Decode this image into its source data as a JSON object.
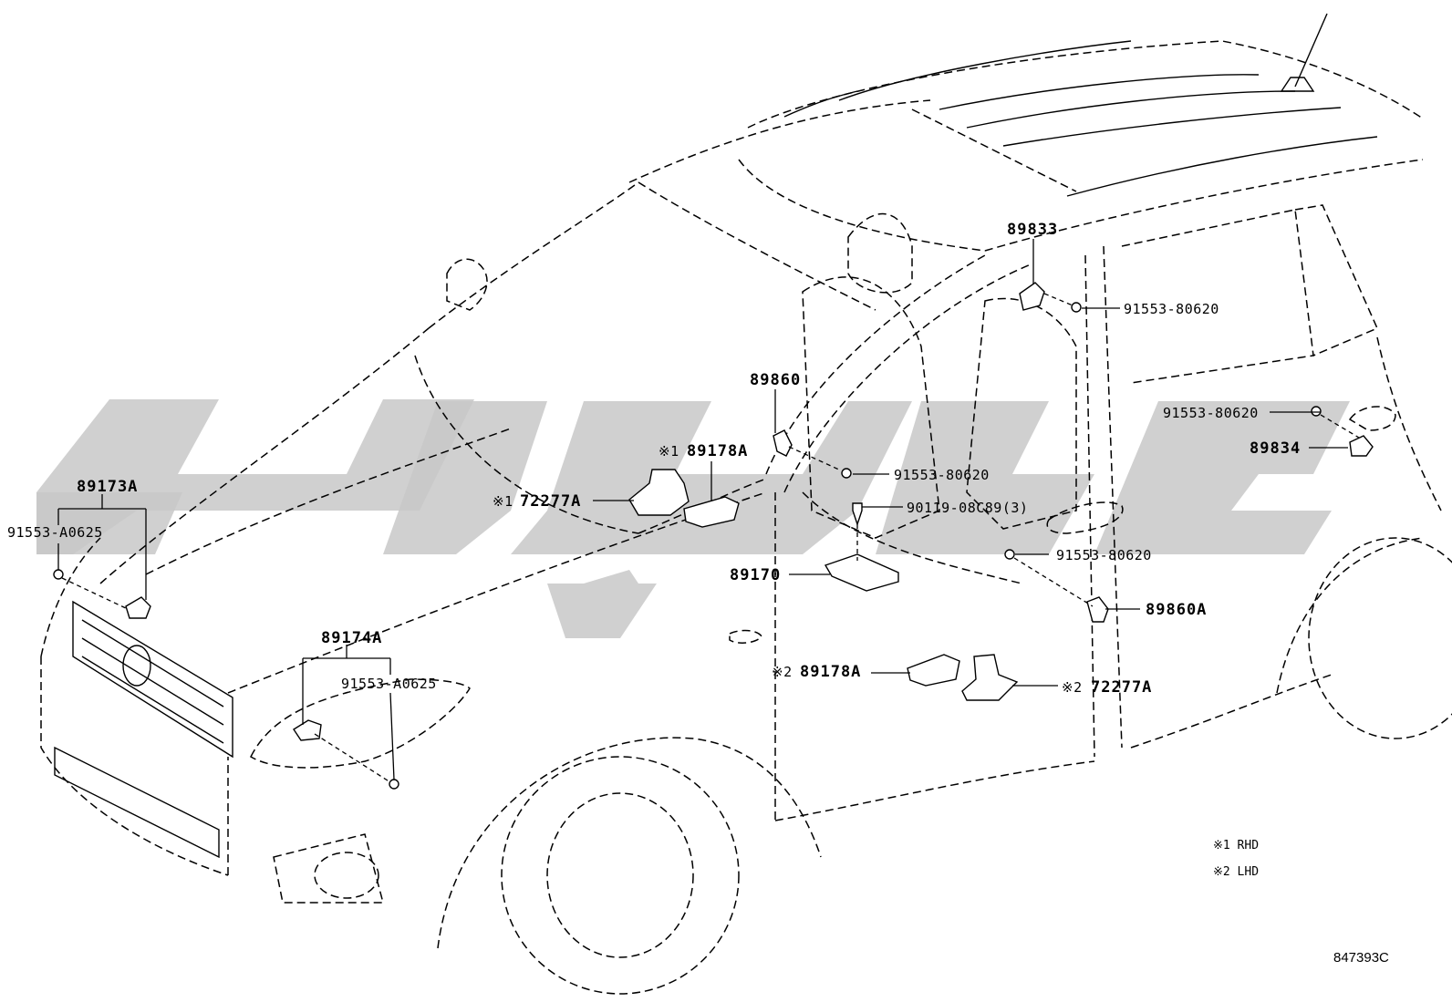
{
  "labels": {
    "p89833": "89833",
    "p91553_80620_a": "91553-80620",
    "p89860": "89860",
    "p91553_80620_b": "91553-80620",
    "p89834": "89834",
    "p89178A_1_mark": "※1",
    "p89178A_1": "89178A",
    "p72277A_1_mark": "※1",
    "p72277A_1": "72277A",
    "p91553_80620_c": "91553-80620",
    "p90119": "90119-08C89(3)",
    "p89170": "89170",
    "p91553_80620_d": "91553-80620",
    "p89860A": "89860A",
    "p89173A": "89173A",
    "p91553_A0625_a": "91553-A0625",
    "p89174A": "89174A",
    "p91553_A0625_b": "91553-A0625",
    "p89178A_2_mark": "※2",
    "p89178A_2": "89178A",
    "p72277A_2_mark": "※2",
    "p72277A_2": "72277A"
  },
  "legend": {
    "rhd": "※1  RHD",
    "lhd": "※2  LHD"
  },
  "figure_code": "847393C"
}
